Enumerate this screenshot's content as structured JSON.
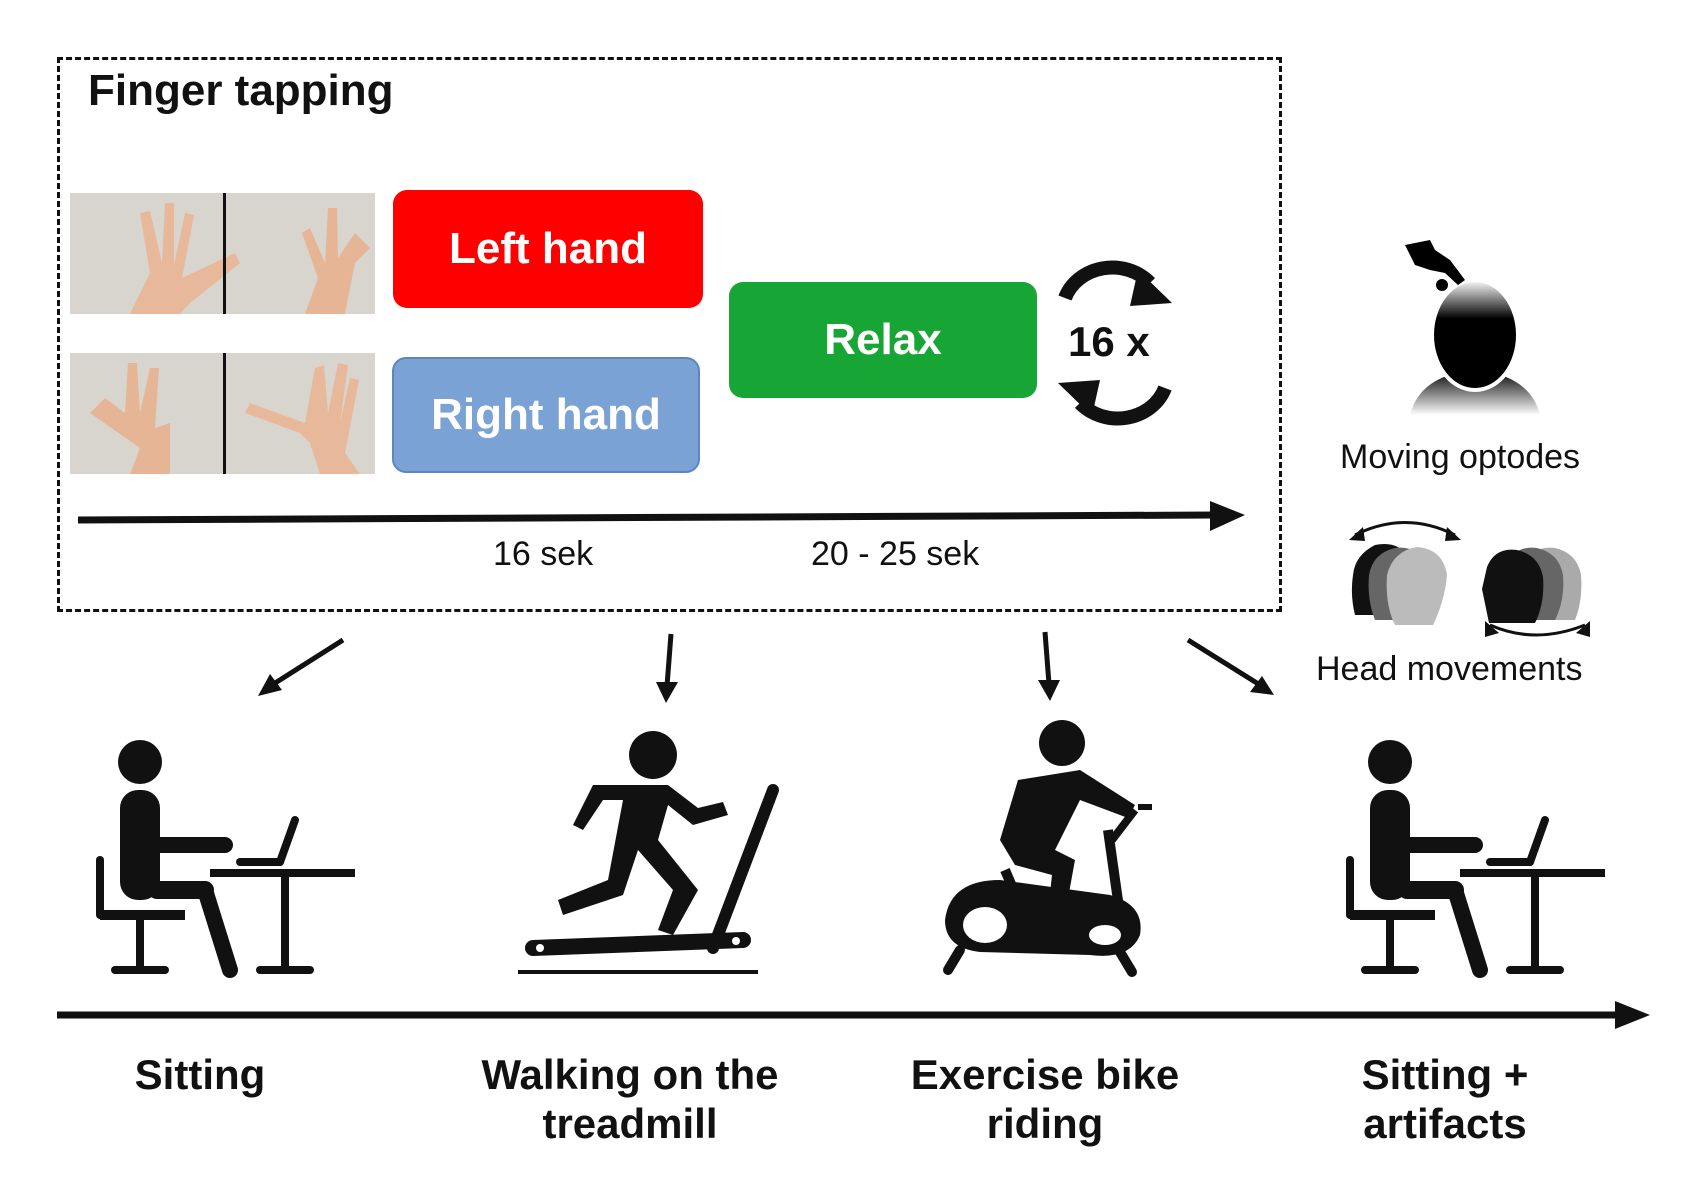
{
  "finger_tapping": {
    "title": "Finger tapping",
    "left_hand": "Left hand",
    "right_hand": "Right hand",
    "relax": "Relax",
    "repeat": "16 x",
    "task_duration": "16 sek",
    "rest_duration": "20 - 25 sek"
  },
  "artifacts": {
    "moving_optodes": "Moving optodes",
    "head_movements": "Head movements"
  },
  "activities": [
    {
      "line1": "Sitting",
      "line2": ""
    },
    {
      "line1": "Walking on the",
      "line2": "treadmill"
    },
    {
      "line1": "Exercise bike",
      "line2": "riding"
    },
    {
      "line1": "Sitting +",
      "line2": "artifacts"
    }
  ],
  "colors": {
    "left_hand": "#ff0000",
    "right_hand": "#7aa2d4",
    "relax": "#17a535"
  },
  "icons": [
    "hand-tap-photo-icon",
    "repeat-cycle-icon",
    "optode-head-icon",
    "head-movement-icon",
    "sitting-desk-icon",
    "treadmill-icon",
    "exercise-bike-icon"
  ]
}
